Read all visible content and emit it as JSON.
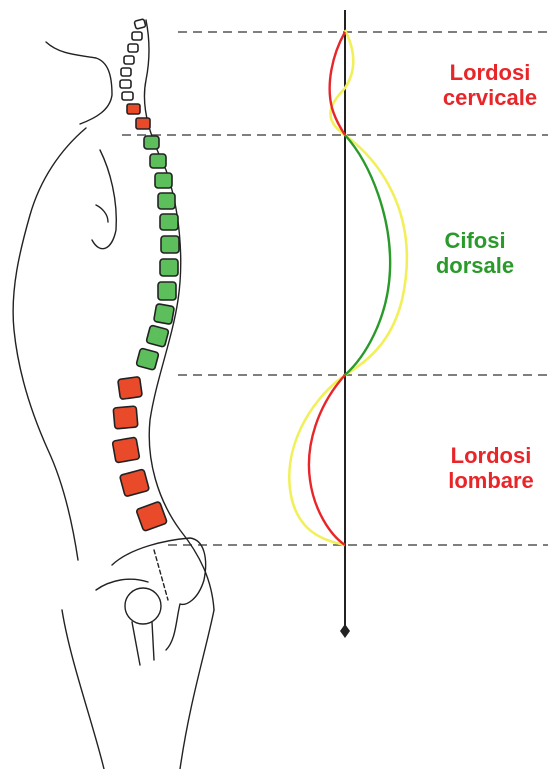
{
  "colors": {
    "lordosis": "#e8262a",
    "kyphosis": "#2a9a2a",
    "vertebra_red": "#e84a2a",
    "vertebra_green": "#5cbf5c",
    "curve_yellow": "#f2f05a",
    "outline": "#222222",
    "guide": "#555555"
  },
  "regions": {
    "cervical": {
      "line1": "Lordosi",
      "line2": "cervicale",
      "color": "#e8262a"
    },
    "dorsal": {
      "line1": "Cifosi",
      "line2": "dorsale",
      "color": "#2a9a2a"
    },
    "lumbar": {
      "line1": "Lordosi",
      "line2": "lombare",
      "color": "#e8262a"
    }
  }
}
